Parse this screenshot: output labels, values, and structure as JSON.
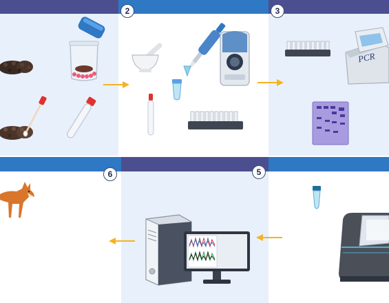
{
  "colors": {
    "band_purple": "#4b4f8f",
    "band_blue": "#2f78c3",
    "panel_light": "#e8f0fb",
    "panel_white": "#ffffff",
    "arrow": "#f5b222",
    "sample_brown": "#3a2a22",
    "tube_red": "#e0312f",
    "fox_orange": "#d9762b"
  },
  "steps": [
    {
      "label": "2"
    },
    {
      "label": "3"
    },
    {
      "label": "5"
    },
    {
      "label": "6"
    }
  ],
  "instrument": {
    "label": "PCR"
  },
  "icons": [
    "fecal-sample-icon",
    "sample-jar-icon",
    "swab-icon",
    "tube-icon",
    "mortar-pestle-icon",
    "pipette-icon",
    "centrifuge-icon",
    "tube-rack-icon",
    "pcr-machine-icon",
    "gel-icon",
    "computer-tower-icon",
    "monitor-icon",
    "sequencer-icon",
    "fox-icon"
  ]
}
